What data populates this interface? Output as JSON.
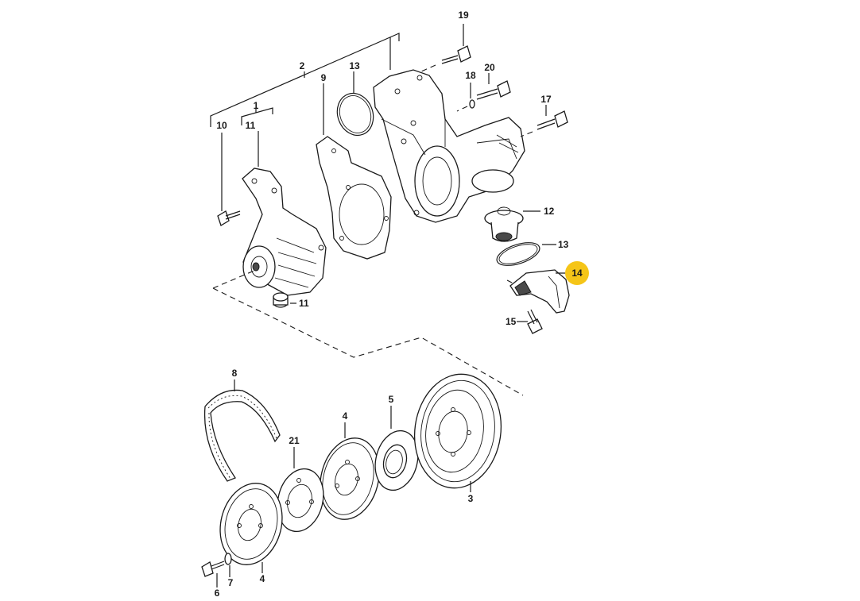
{
  "diagram": {
    "highlight_color": "#f5c518",
    "labels": {
      "l19": "19",
      "l20": "20",
      "l18": "18",
      "l17": "17",
      "l2": "2",
      "l13a": "13",
      "l9": "9",
      "l1": "1",
      "l10": "10",
      "l11a": "11",
      "l12": "12",
      "l13b": "13",
      "l14": "14",
      "l15": "15",
      "l11b": "11",
      "l8": "8",
      "l4a": "4",
      "l5": "5",
      "l21": "21",
      "l3": "3",
      "l4b": "4",
      "l6": "6",
      "l7": "7"
    }
  }
}
